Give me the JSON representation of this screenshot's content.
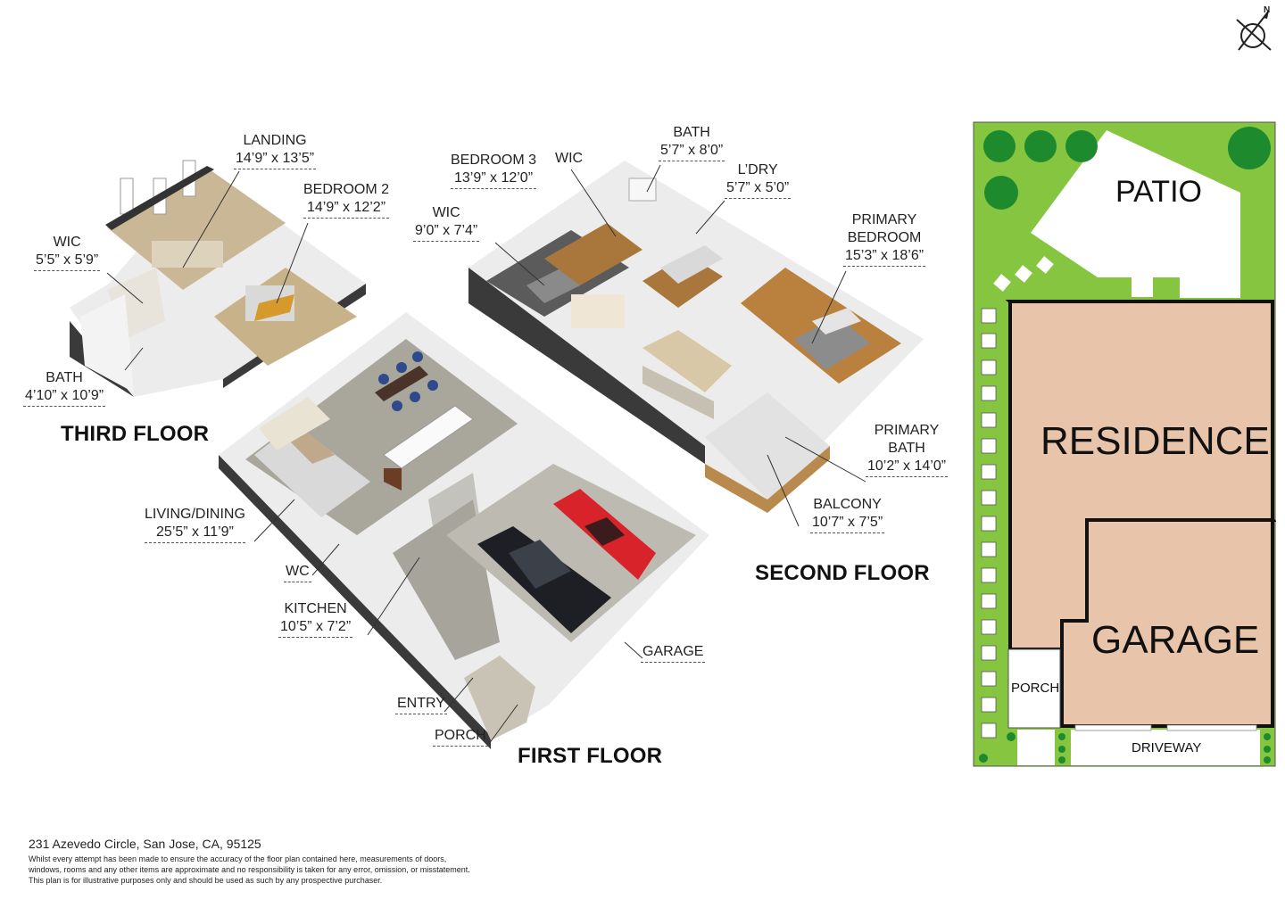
{
  "floors": {
    "third": "THIRD FLOOR",
    "second": "SECOND FLOOR",
    "first": "FIRST FLOOR"
  },
  "rooms": {
    "third_landing": {
      "name": "LANDING",
      "dim": "14’9” x 13’5”"
    },
    "third_bedroom2": {
      "name": "BEDROOM 2",
      "dim": "14’9” x 12’2”"
    },
    "third_wic": {
      "name": "WIC",
      "dim": "5’5” x 5’9”"
    },
    "third_bath": {
      "name": "BATH",
      "dim": "4’10” x 10’9”"
    },
    "second_bedroom3": {
      "name": "BEDROOM 3",
      "dim": "13’9” x 12’0”"
    },
    "second_wic_small": {
      "name": "WIC"
    },
    "second_wic": {
      "name": "WIC",
      "dim": "9’0” x 7’4”"
    },
    "second_bath": {
      "name": "BATH",
      "dim": "5’7” x 8’0”"
    },
    "second_laundry": {
      "name": "L’DRY",
      "dim": "5’7” x 5’0”"
    },
    "second_primary_bedroom": {
      "name_line1": "PRIMARY",
      "name_line2": "BEDROOM",
      "dim": "15’3” x 18’6”"
    },
    "second_primary_bath": {
      "name_line1": "PRIMARY",
      "name_line2": "BATH",
      "dim": "10’2” x 14’0”"
    },
    "second_balcony": {
      "name": "BALCONY",
      "dim": "10’7” x 7’5”"
    },
    "first_living": {
      "name": "LIVING/DINING",
      "dim": "25’5” x 11’9”"
    },
    "first_wc": {
      "name": "WC"
    },
    "first_kitchen": {
      "name": "KITCHEN",
      "dim": "10’5” x 7’2”"
    },
    "first_garage": {
      "name": "GARAGE"
    },
    "first_entry": {
      "name": "ENTRY"
    },
    "first_porch": {
      "name": "PORCH"
    }
  },
  "site_plan": {
    "patio": "PATIO",
    "residence": "RESIDENCE",
    "garage": "GARAGE",
    "porch": "PORCH",
    "driveway": "DRIVEWAY",
    "colors": {
      "lawn": "#86c540",
      "building": "#e8c5aa",
      "outline": "#111111",
      "tree": "#1e8a2e"
    }
  },
  "compass": {
    "north": "N"
  },
  "footer": {
    "address": "231 Azevedo Circle, San Jose, CA, 95125",
    "disclaimer_line1": "Whilst every attempt has been made to ensure the accuracy of the floor plan contained here, measurements of doors,",
    "disclaimer_line2": "windows, rooms and any other items are approximate and no responsibility is taken for any error, omission, or misstatement.",
    "disclaimer_line3": "This plan is for illustrative purposes only and should be used as such by any prospective purchaser."
  },
  "colors": {
    "wall": "#f4f4f4",
    "wall_side": "#3a3a3a",
    "wood": "#b98a4e",
    "tile": "#b9b6ad",
    "car_red": "#d8232a",
    "car_black": "#1d1f24"
  }
}
